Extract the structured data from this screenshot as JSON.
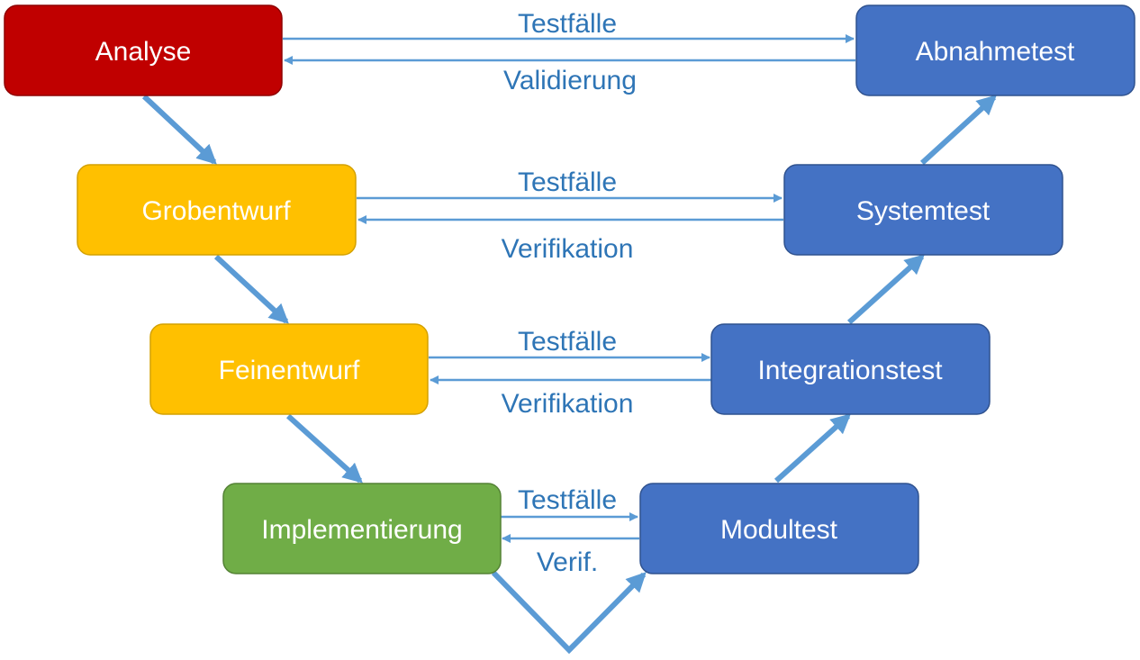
{
  "colors": {
    "arrow": "#5b9bd5",
    "label_text": "#2e75b6",
    "box_text": "#ffffff",
    "analysis": "#c00000",
    "design": "#ffc000",
    "implementation": "#70ad47",
    "test": "#4472c4"
  },
  "boxes": {
    "analyse": {
      "label": "Analyse",
      "color": "#c00000",
      "border": "#8f0000"
    },
    "grobentwurf": {
      "label": "Grobentwurf",
      "color": "#ffc000",
      "border": "#d4a100"
    },
    "feinentwurf": {
      "label": "Feinentwurf",
      "color": "#ffc000",
      "border": "#d4a100"
    },
    "implementierung": {
      "label": "Implementierung",
      "color": "#70ad47",
      "border": "#548235"
    },
    "abnahmetest": {
      "label": "Abnahmetest",
      "color": "#4472c4",
      "border": "#2f528f"
    },
    "systemtest": {
      "label": "Systemtest",
      "color": "#4472c4",
      "border": "#2f528f"
    },
    "integrationstest": {
      "label": "Integrationstest",
      "color": "#4472c4",
      "border": "#2f528f"
    },
    "modultest": {
      "label": "Modultest",
      "color": "#4472c4",
      "border": "#2f528f"
    }
  },
  "links": {
    "level1": {
      "forward": "Testfälle",
      "back": "Validierung"
    },
    "level2": {
      "forward": "Testfälle",
      "back": "Verifikation"
    },
    "level3": {
      "forward": "Testfälle",
      "back": "Verifikation"
    },
    "level4": {
      "forward": "Testfälle",
      "back": "Verif."
    }
  }
}
